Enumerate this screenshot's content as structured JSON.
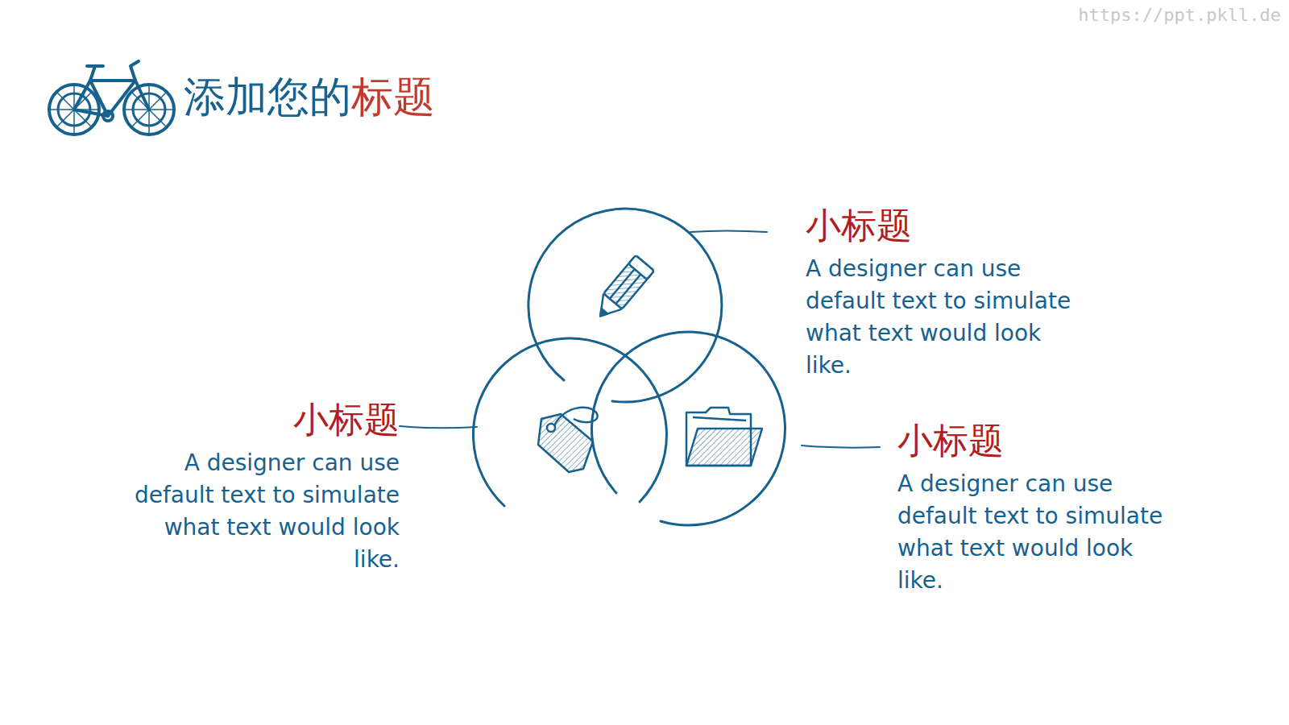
{
  "diagram": {
    "title": "添加您的标题",
    "nodes": [
      {
        "text": [
          "小标题",
          "A designer can use default text to simulate what text would look like."
        ]
      },
      {
        "text": [
          "小标题",
          "A designer can use default text to simulate what text would look like."
        ]
      },
      {
        "text": [
          "小标题",
          "A designer can use default text to simulate what text would look like."
        ]
      }
    ],
    "labels": [
      "https://ppt.pkll.de"
    ]
  }
}
